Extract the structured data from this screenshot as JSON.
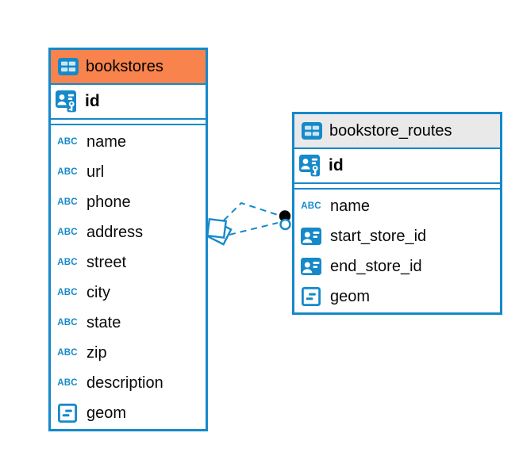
{
  "diagram": {
    "background_color": "#ffffff",
    "accent_color": "#1589CA",
    "text_color": "#0a0a0a",
    "text_icon_label": "ABC",
    "connector": {
      "line_style": "dashed",
      "line_color": "#1589CA",
      "source_marker": "overlapping-diamonds",
      "target_marker": "filled-dot-with-ring",
      "target_marker_color": "#000000"
    },
    "tables": [
      {
        "name": "bookstores",
        "header_color": "#F9834C",
        "icon": "table-icon",
        "primary_key": {
          "label": "id",
          "icon": "primary-key-icon"
        },
        "columns": [
          {
            "label": "name",
            "icon": "text-type-icon"
          },
          {
            "label": "url",
            "icon": "text-type-icon"
          },
          {
            "label": "phone",
            "icon": "text-type-icon"
          },
          {
            "label": "address",
            "icon": "text-type-icon"
          },
          {
            "label": "street",
            "icon": "text-type-icon"
          },
          {
            "label": "city",
            "icon": "text-type-icon"
          },
          {
            "label": "state",
            "icon": "text-type-icon"
          },
          {
            "label": "zip",
            "icon": "text-type-icon"
          },
          {
            "label": "description",
            "icon": "text-type-icon"
          },
          {
            "label": "geom",
            "icon": "geometry-type-icon"
          }
        ]
      },
      {
        "name": "bookstore_routes",
        "header_color": "#E9E9E9",
        "icon": "table-icon",
        "primary_key": {
          "label": "id",
          "icon": "primary-key-icon"
        },
        "columns": [
          {
            "label": "name",
            "icon": "text-type-icon"
          },
          {
            "label": "start_store_id",
            "icon": "foreign-key-icon"
          },
          {
            "label": "end_store_id",
            "icon": "foreign-key-icon"
          },
          {
            "label": "geom",
            "icon": "geometry-type-icon"
          }
        ]
      }
    ]
  }
}
